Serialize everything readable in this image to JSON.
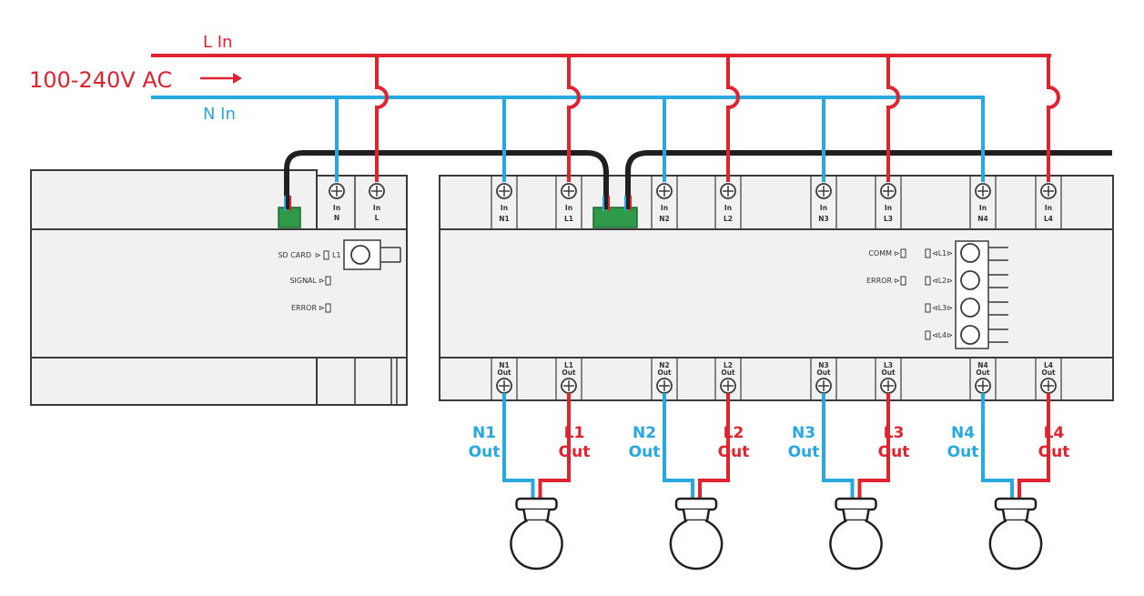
{
  "supply": {
    "voltage_label": "100-240V AC",
    "live_label": "L In",
    "neutral_label": "N In"
  },
  "colors": {
    "live": "#e0232e",
    "neutral": "#27a8e0",
    "bus": "#231f20",
    "case": "#f1f1f1",
    "outline": "#3a3a3a",
    "terminal_block": "#2f9a4a"
  },
  "controller": {
    "terminals": [
      {
        "top": "In",
        "bottom": "N"
      },
      {
        "top": "In",
        "bottom": "L"
      }
    ],
    "indicators": [
      {
        "text": "SD CARD"
      },
      {
        "text": "SIGNAL"
      },
      {
        "text": "ERROR"
      }
    ],
    "l1_label": "L1"
  },
  "relay_module": {
    "in_terminals": [
      {
        "top": "In",
        "bottom": "N1"
      },
      {
        "top": "In",
        "bottom": "L1"
      },
      {
        "top": "In",
        "bottom": "N2"
      },
      {
        "top": "In",
        "bottom": "L2"
      },
      {
        "top": "In",
        "bottom": "N3"
      },
      {
        "top": "In",
        "bottom": "L3"
      },
      {
        "top": "In",
        "bottom": "N4"
      },
      {
        "top": "In",
        "bottom": "L4"
      }
    ],
    "out_terminals": [
      {
        "top": "N1",
        "bottom": "Out"
      },
      {
        "top": "L1",
        "bottom": "Out"
      },
      {
        "top": "N2",
        "bottom": "Out"
      },
      {
        "top": "L2",
        "bottom": "Out"
      },
      {
        "top": "N3",
        "bottom": "Out"
      },
      {
        "top": "L3",
        "bottom": "Out"
      },
      {
        "top": "N4",
        "bottom": "Out"
      },
      {
        "top": "L4",
        "bottom": "Out"
      }
    ],
    "status": [
      {
        "text": "COMM"
      },
      {
        "text": "ERROR"
      }
    ],
    "channels": [
      {
        "text": "L1"
      },
      {
        "text": "L2"
      },
      {
        "text": "L3"
      },
      {
        "text": "L4"
      }
    ]
  },
  "outputs": [
    {
      "neutral_line1": "N1",
      "neutral_line2": "Out",
      "live_line1": "L1",
      "live_line2": "Out"
    },
    {
      "neutral_line1": "N2",
      "neutral_line2": "Out",
      "live_line1": "L2",
      "live_line2": "Out"
    },
    {
      "neutral_line1": "N3",
      "neutral_line2": "Out",
      "live_line1": "L3",
      "live_line2": "Out"
    },
    {
      "neutral_line1": "N4",
      "neutral_line2": "Out",
      "live_line1": "L4",
      "live_line2": "Out"
    }
  ]
}
